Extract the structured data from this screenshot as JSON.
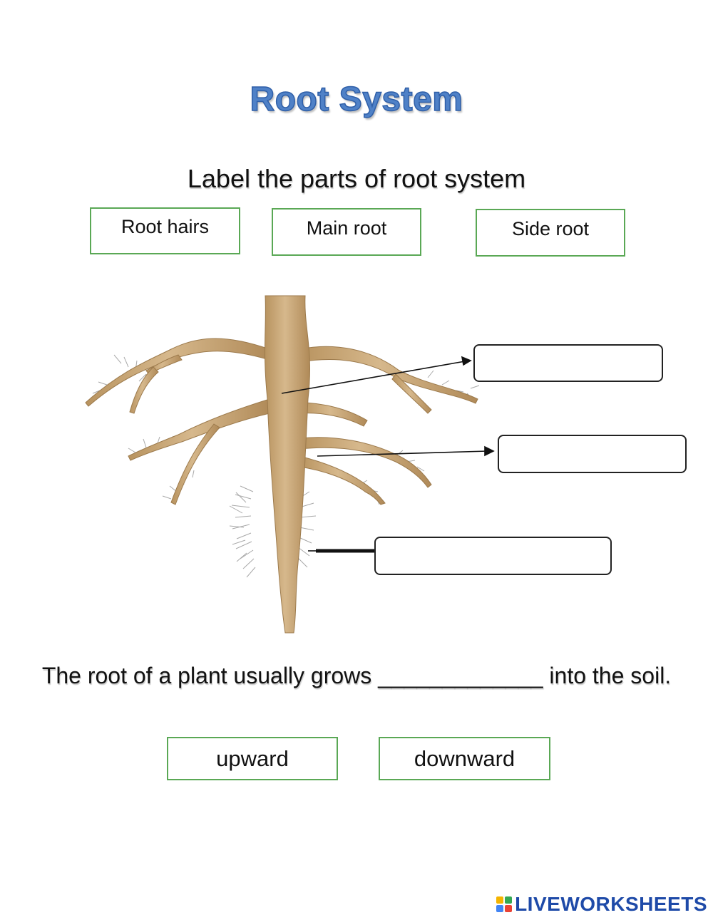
{
  "title": "Root System",
  "instruction": "Label the parts of root system",
  "word_bank": [
    {
      "label": "Root hairs"
    },
    {
      "label": "Main root"
    },
    {
      "label": "Side root"
    }
  ],
  "question": {
    "before": "The root of a plant usually grows",
    "blank": "_____________",
    "after": "into the soil."
  },
  "choices": [
    {
      "label": "upward"
    },
    {
      "label": "downward"
    }
  ],
  "brand": "LIVEWORKSHEETS",
  "colors": {
    "title": "#4f81c7",
    "word_box_border": "#5aa855",
    "root": "#c8a67a",
    "brand": "#1e4aa8"
  }
}
